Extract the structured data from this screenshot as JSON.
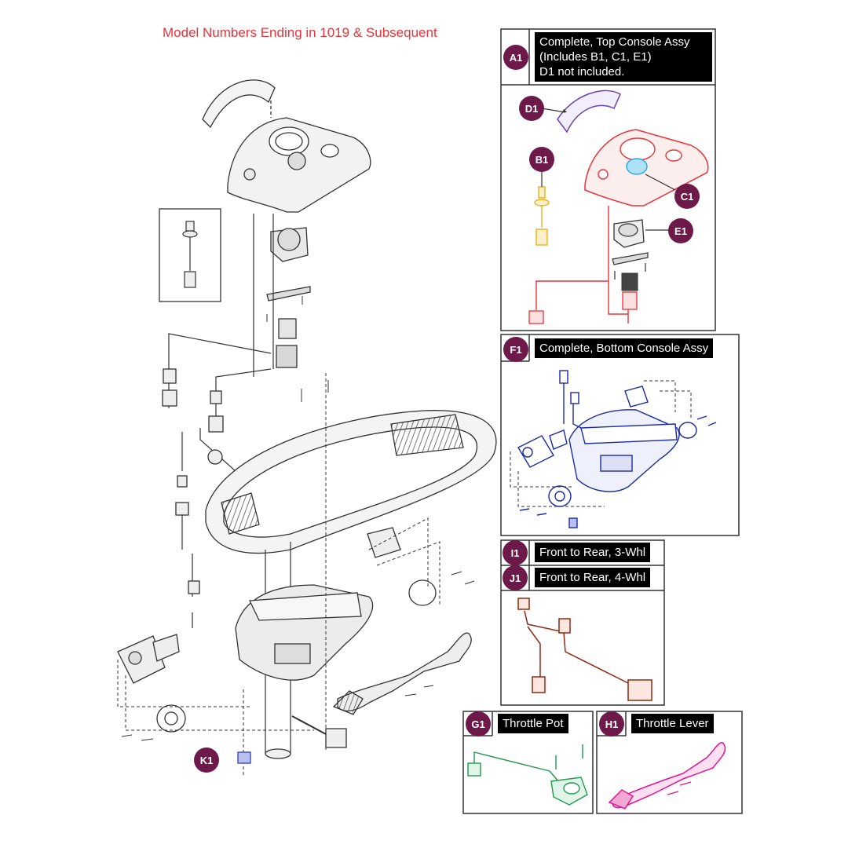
{
  "title": "Model Numbers Ending in 1019 & Subsequent",
  "callouts": {
    "a1": "A1",
    "b1": "B1",
    "c1": "C1",
    "d1": "D1",
    "e1": "E1",
    "f1": "F1",
    "g1": "G1",
    "h1": "H1",
    "i1": "I1",
    "j1": "J1",
    "k1": "K1"
  },
  "labels": {
    "a1_line1": "Complete, Top Console Assy",
    "a1_line2": "(Includes B1, C1, E1)",
    "a1_line3": "D1 not included.",
    "f1": "Complete, Bottom Console Assy",
    "i1": "Front to Rear, 3-Whl",
    "j1": "Front to Rear, 4-Whl",
    "g1": "Throttle Pot",
    "h1": "Throttle Lever"
  },
  "colors": {
    "title": "#e8333a",
    "badge": "#6d1a4a",
    "top_console": "#e8333a",
    "shroud": "#6a3fb0",
    "key_switch": "#e8b020",
    "knob": "#29a8df",
    "bottom_console": "#1c2aa0",
    "harness": "#8b2a12",
    "throttle_pot": "#1f9a4e",
    "throttle_lever": "#e0168c",
    "fuse": "#3040b0"
  }
}
